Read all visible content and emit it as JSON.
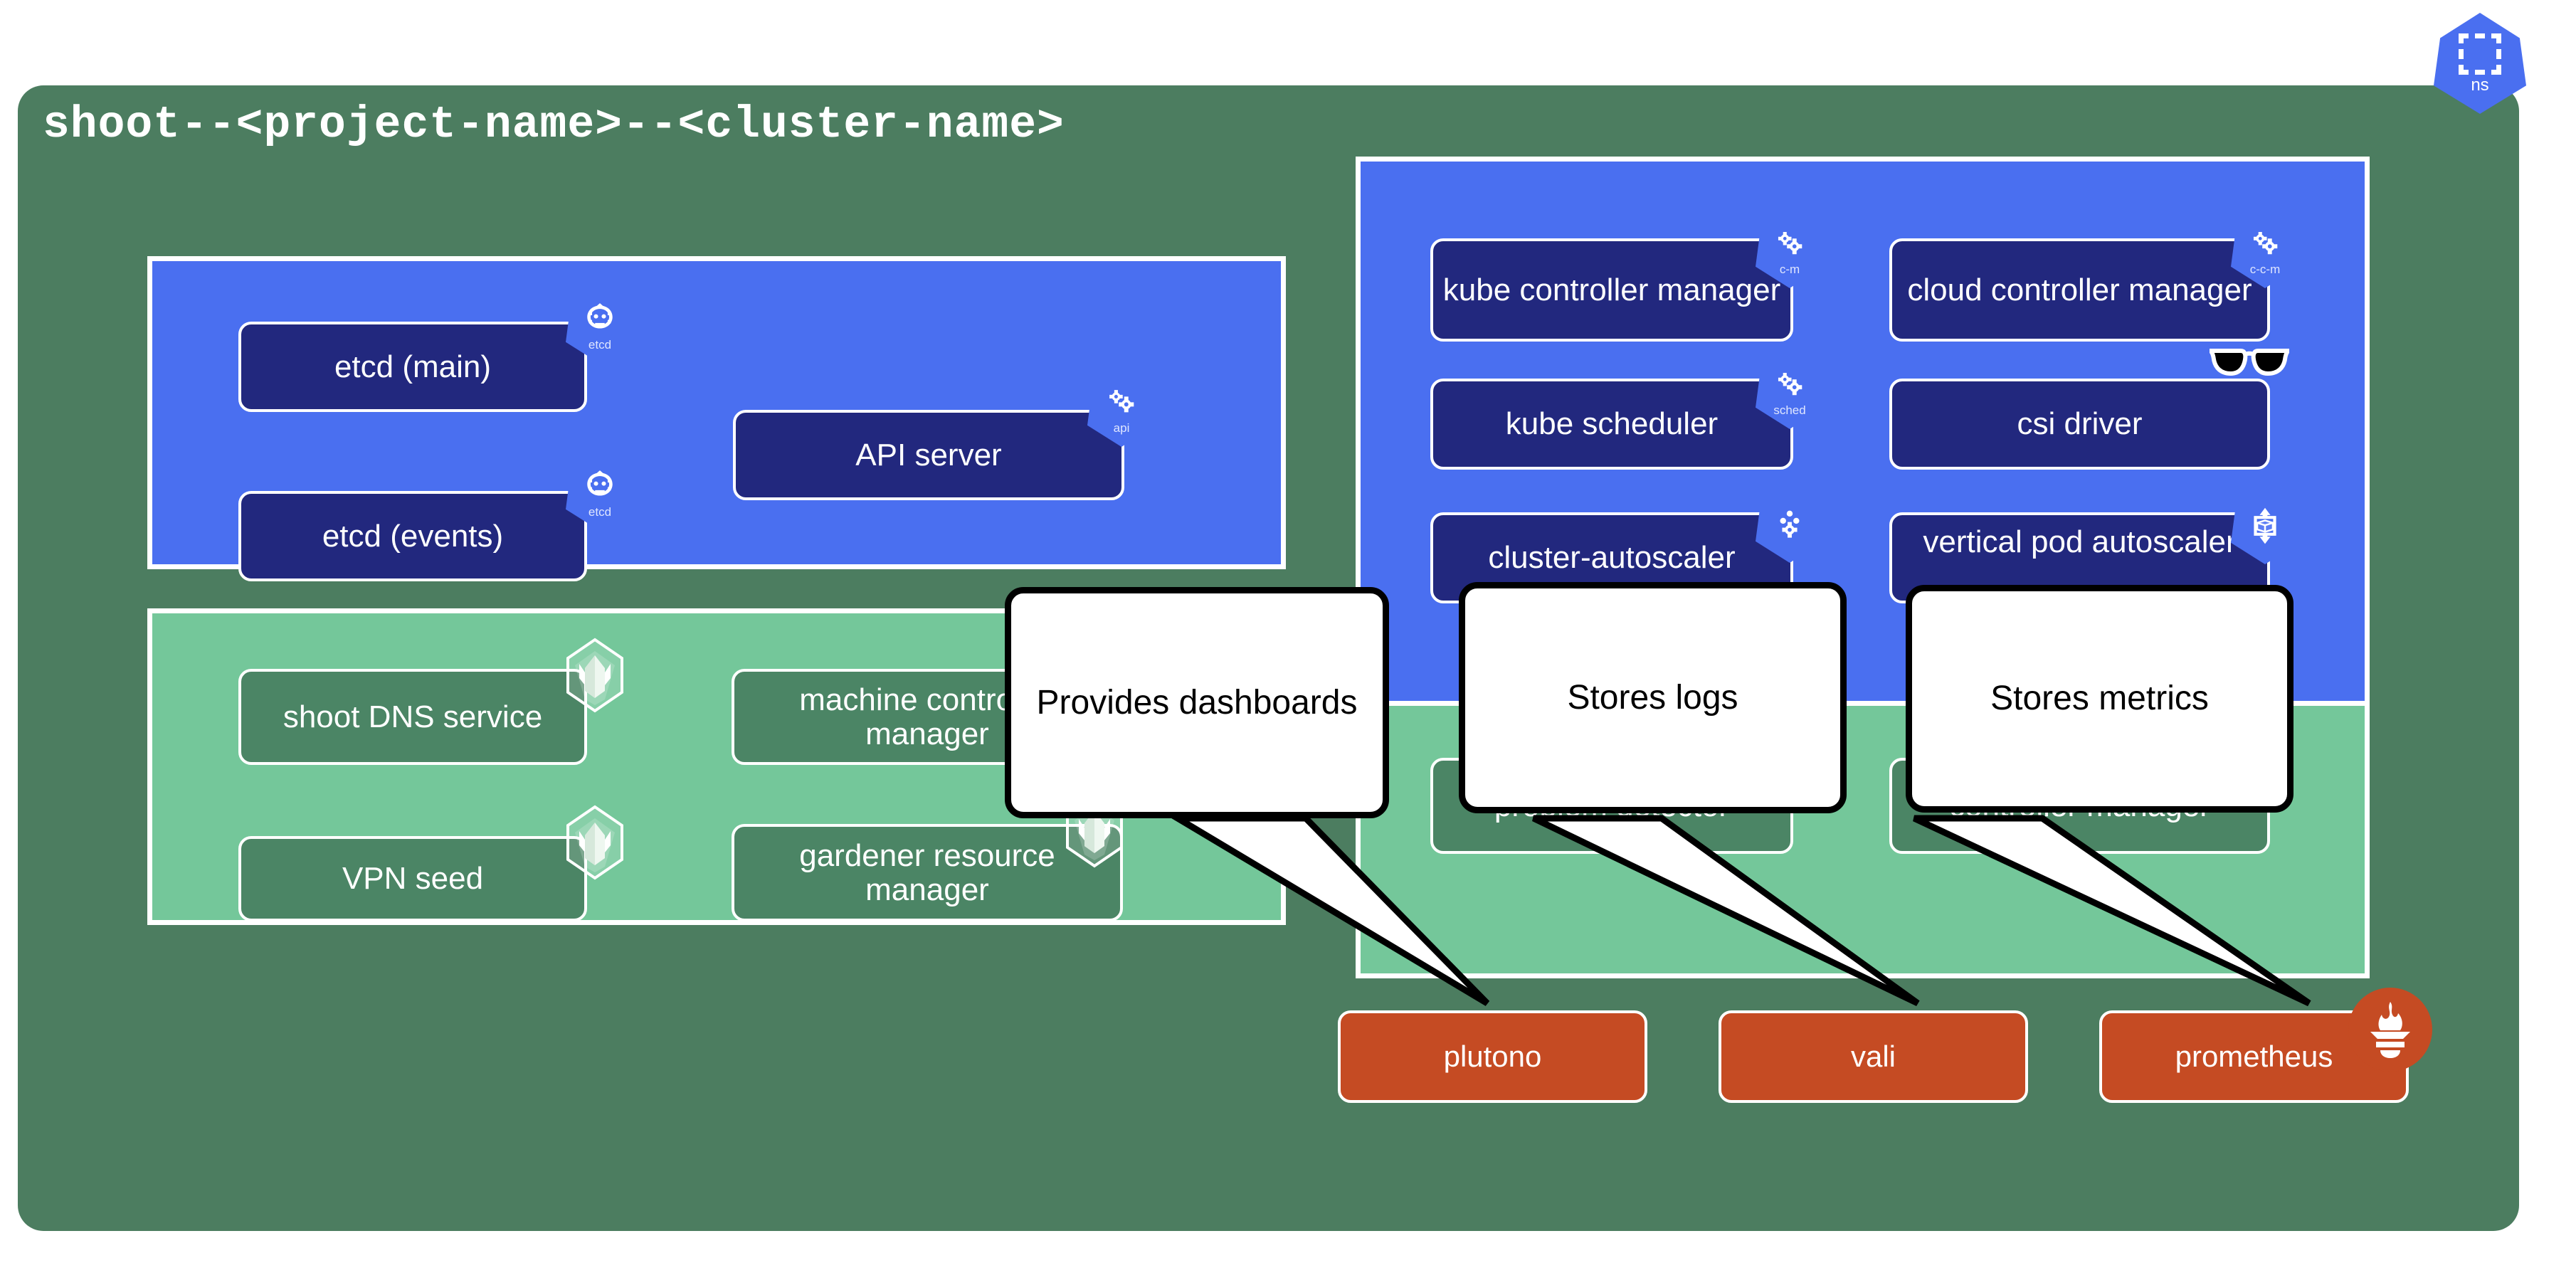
{
  "title": "shoot--<project-name>--<cluster-name>",
  "namespace_badge": {
    "label": "ns",
    "icon": "namespace-icon"
  },
  "colors": {
    "outer_green": "#4c7d60",
    "panel_blue": "#4a6ff0",
    "box_navy": "#22287e",
    "panel_light_green": "#74c79a",
    "box_dark_green": "#4b8565",
    "orange": "#c54b23",
    "white": "#ffffff",
    "black": "#000000"
  },
  "panels": {
    "control_plane_left": {
      "boxes": [
        {
          "label": "etcd (main)",
          "icon": "etcd-icon",
          "icon_label": "etcd"
        },
        {
          "label": "etcd (events)",
          "icon": "etcd-icon",
          "icon_label": "etcd"
        },
        {
          "label": "API server",
          "icon": "api-server-icon",
          "icon_label": "api"
        }
      ]
    },
    "control_plane_right": {
      "boxes": [
        {
          "label": "kube controller manager",
          "icon": "kube-controller-manager-icon",
          "icon_label": "c-m"
        },
        {
          "label": "cloud controller manager",
          "icon": "cloud-controller-manager-icon",
          "icon_label": "c-c-m"
        },
        {
          "label": "kube scheduler",
          "icon": "kube-scheduler-icon",
          "icon_label": "sched"
        },
        {
          "label": "csi driver",
          "icon": "sunglasses-icon",
          "icon_label": ""
        },
        {
          "label": "cluster-autoscaler",
          "icon": "cluster-autoscaler-icon",
          "icon_label": ""
        },
        {
          "label": "vertical pod autoscaler",
          "icon": "vertical-pod-autoscaler-icon",
          "icon_label": ""
        }
      ]
    },
    "extensions_left": {
      "boxes": [
        {
          "label": "shoot DNS service",
          "icon": "gardener-leaf-icon"
        },
        {
          "label": "machine controller manager",
          "icon": "gardener-leaf-icon"
        },
        {
          "label": "VPN seed",
          "icon": "gardener-leaf-icon"
        },
        {
          "label": "gardener resource manager",
          "icon": "gardener-leaf-icon"
        }
      ]
    },
    "extensions_right": {
      "boxes": [
        {
          "label": "problem detector",
          "icon": "gardener-leaf-icon"
        },
        {
          "label": "controller manager",
          "icon": "gardener-leaf-icon"
        }
      ]
    }
  },
  "observability": [
    {
      "label": "plutono",
      "icon": ""
    },
    {
      "label": "vali",
      "icon": ""
    },
    {
      "label": "prometheus",
      "icon": "prometheus-icon"
    }
  ],
  "callouts": [
    {
      "text": "Provides dashboards",
      "target": "plutono"
    },
    {
      "text": "Stores logs",
      "target": "vali"
    },
    {
      "text": "Stores metrics",
      "target": "prometheus"
    }
  ]
}
